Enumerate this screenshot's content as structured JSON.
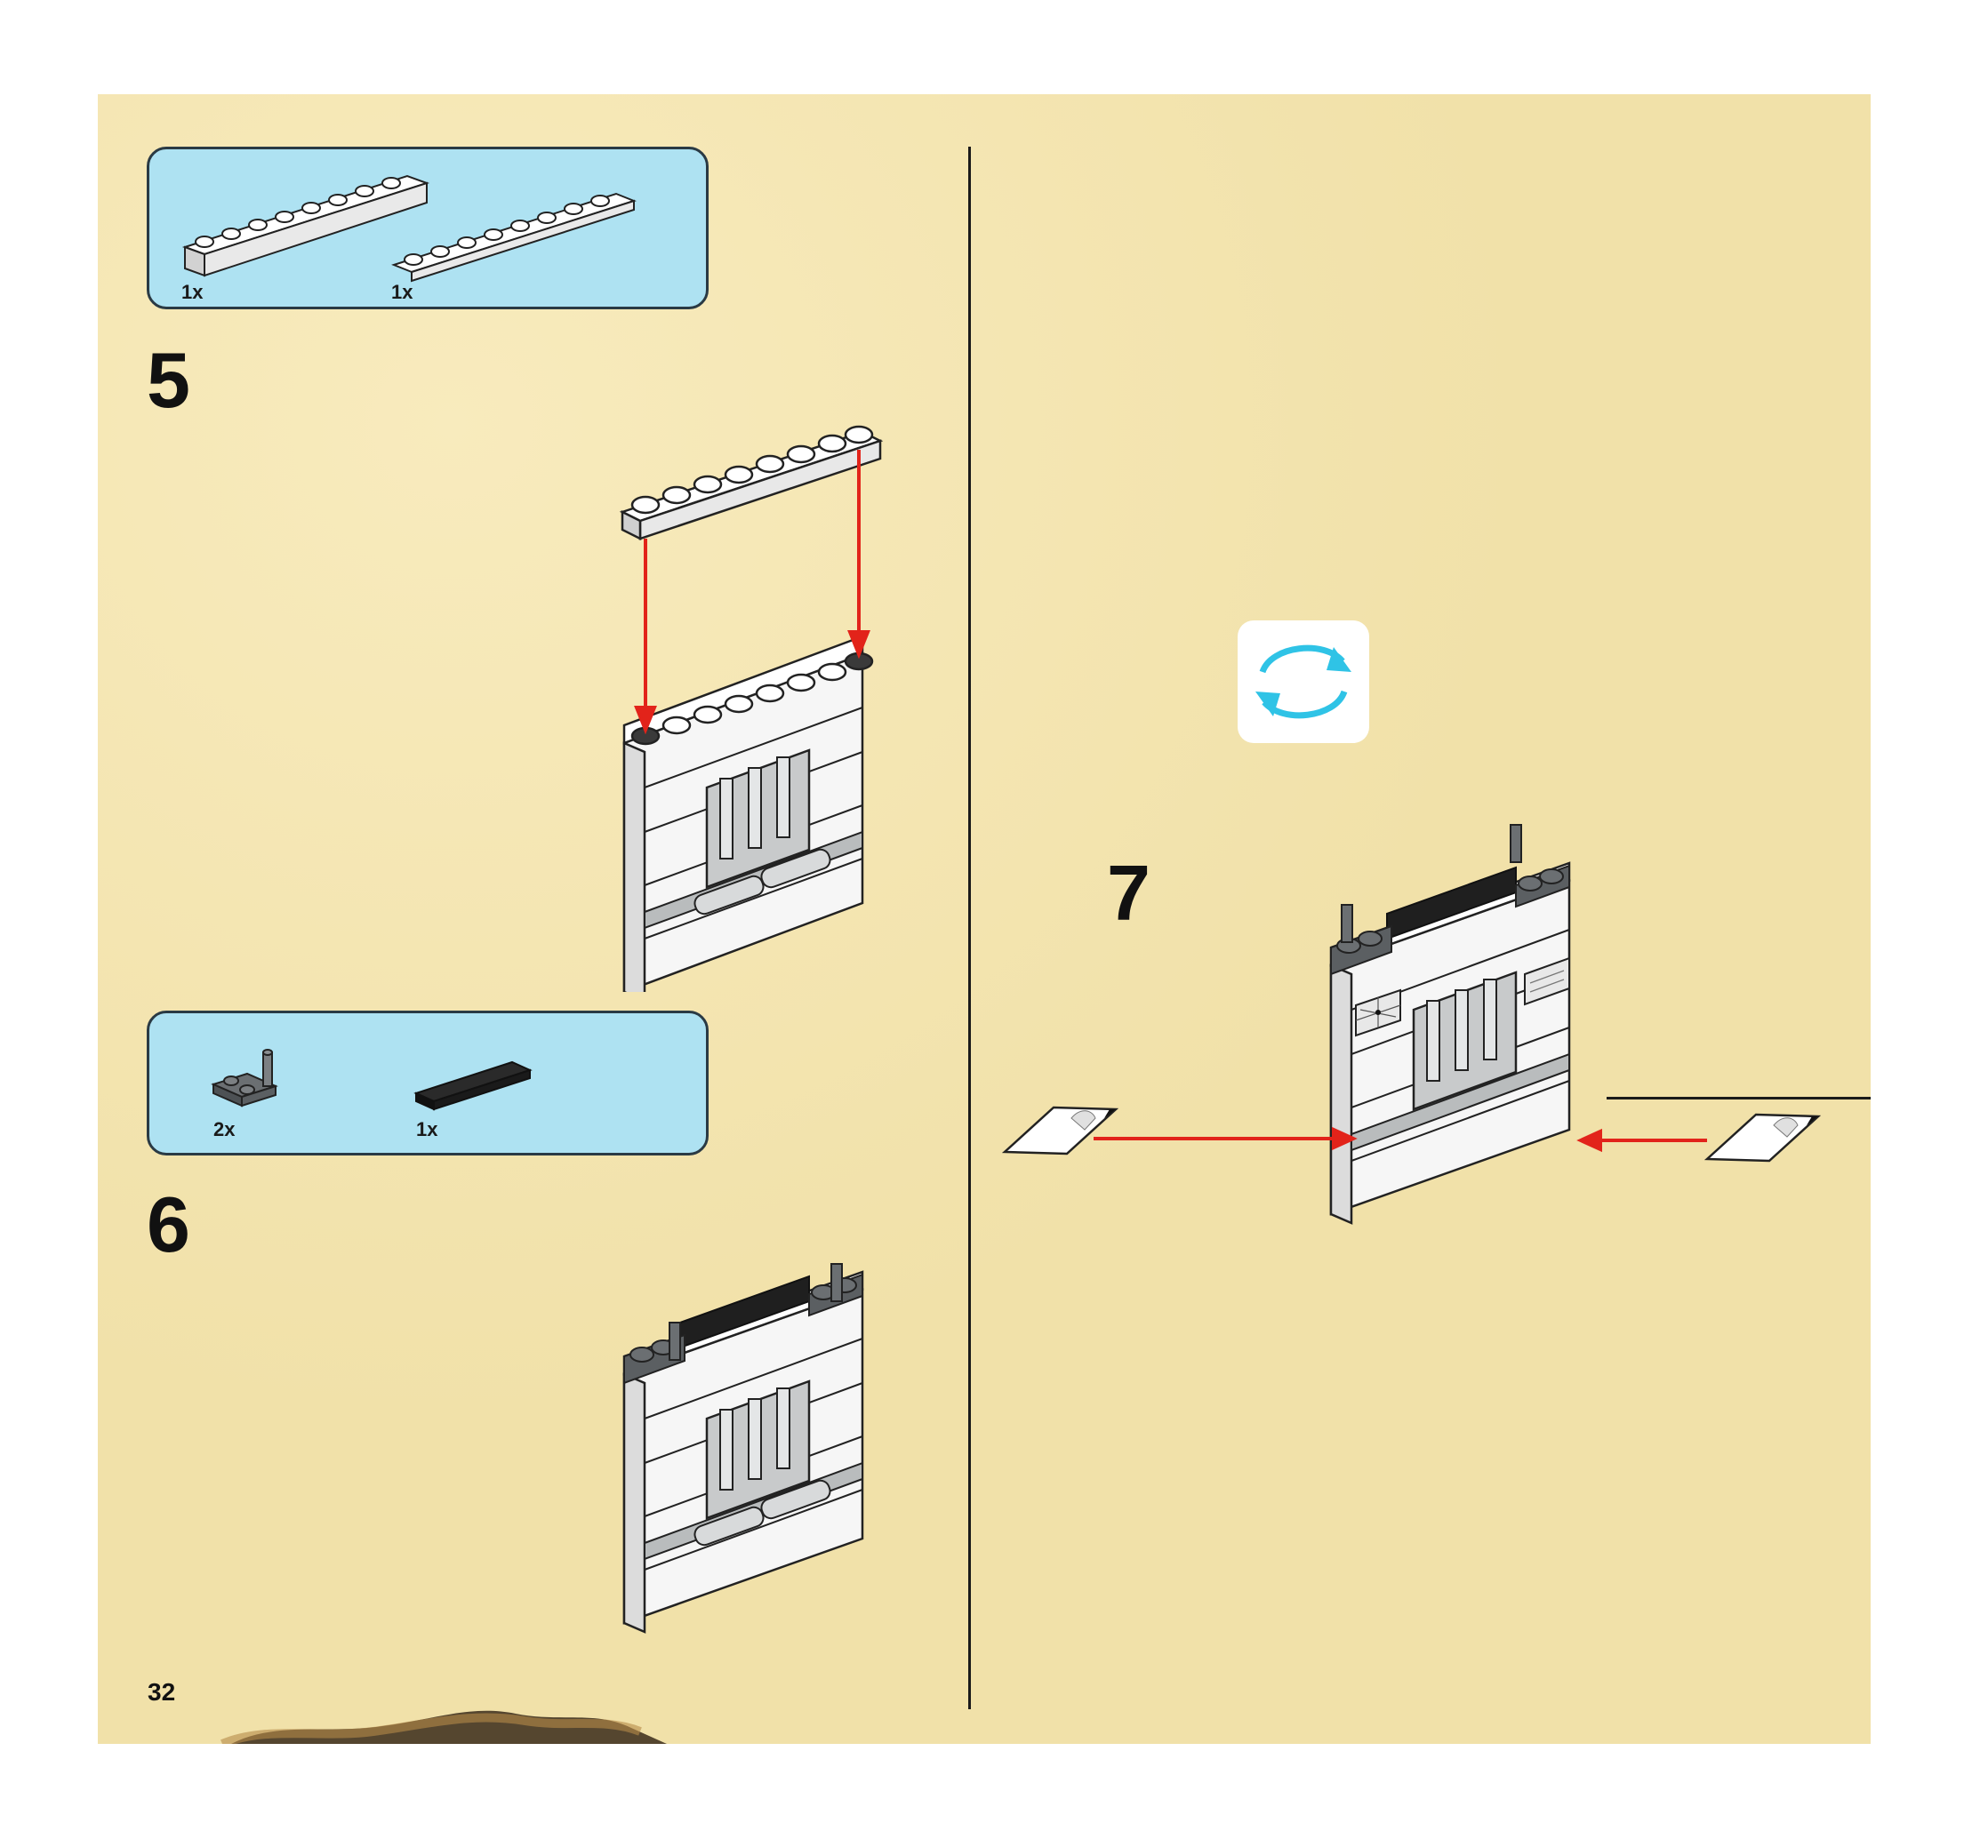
{
  "page_number": "32",
  "steps": [
    {
      "number": "5",
      "parts": [
        {
          "name": "white 1x8 brick",
          "quantity": "1x"
        },
        {
          "name": "white 1x8 plate",
          "quantity": "1x"
        }
      ]
    },
    {
      "number": "6",
      "parts": [
        {
          "name": "dark grey plate with vertical bar",
          "quantity": "2x"
        },
        {
          "name": "black 1x6 tile",
          "quantity": "1x"
        }
      ]
    },
    {
      "number": "7",
      "parts": []
    }
  ],
  "icons": {
    "rotate": "rotate-model-icon"
  },
  "colors": {
    "page_background": "#f4e6b3",
    "parts_box": "#aee2f2",
    "arrow": "#e2231a",
    "rotate_arrows": "#2fc3e6",
    "brick_white": "#f8f8f8",
    "brick_dark_grey": "#5b5f62",
    "tile_black": "#1f1f1f"
  }
}
